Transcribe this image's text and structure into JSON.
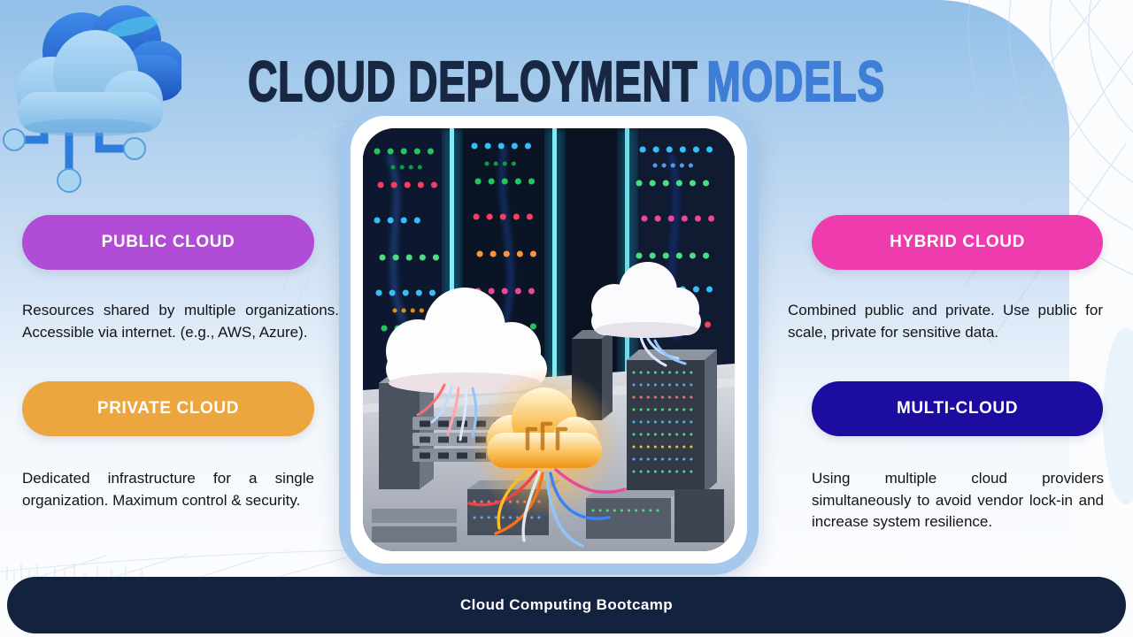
{
  "slide": {
    "title": {
      "primary": "CLOUD DEPLOYMENT",
      "accent": "MODELS"
    },
    "footer_text": "Cloud Computing Bootcamp"
  },
  "theme": {
    "title_primary_color": "#182843",
    "title_accent_color": "#3e7ed6",
    "footer_bg": "#13233f",
    "sky_top": "#92c0e8",
    "card_border": "#a5c9ec"
  },
  "icons": {
    "logo": "cloud-network-icon",
    "center_image": "server-room-clouds-illustration"
  },
  "models": [
    {
      "id": "public-cloud",
      "label": "PUBLIC CLOUD",
      "pill_color": "#b14cd6",
      "description": "Resources shared by multiple organizations. Accessible via internet. (e.g., AWS, Azure)."
    },
    {
      "id": "private-cloud",
      "label": "PRIVATE CLOUD",
      "pill_color": "#eba63f",
      "description": "Dedicated infrastructure for a single organization. Maximum control & security."
    },
    {
      "id": "hybrid-cloud",
      "label": "HYBRID CLOUD",
      "pill_color": "#ee3caf",
      "description": "Combined public and private. Use public for scale, private for sensitive data."
    },
    {
      "id": "multi-cloud",
      "label": "MULTI-CLOUD",
      "pill_color": "#1c0c9f",
      "description": "Using multiple cloud providers simultaneously to avoid vendor lock-in and increase system resilience."
    }
  ]
}
